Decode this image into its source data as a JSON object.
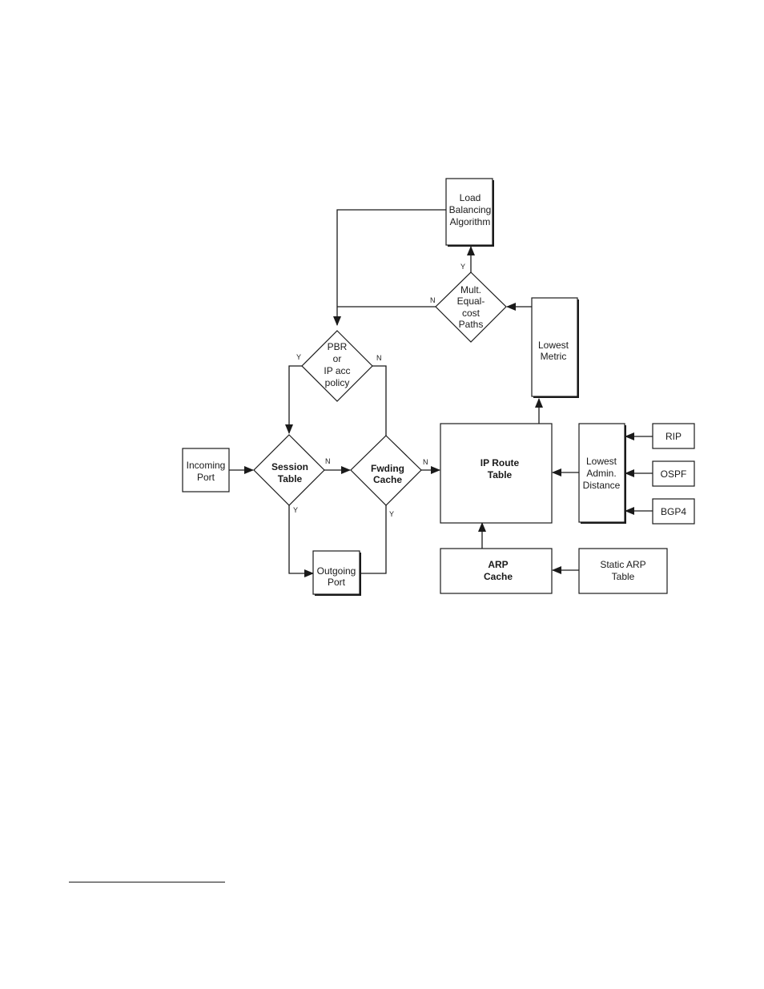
{
  "nodes": {
    "load_balancing": [
      "Load",
      "Balancing",
      "Algorithm"
    ],
    "mult_equal_cost": [
      "Mult.",
      "Equal-",
      "cost",
      "Paths"
    ],
    "lowest_metric": [
      "Lowest",
      "Metric"
    ],
    "pbr": [
      "PBR",
      "or",
      "IP acc",
      "policy"
    ],
    "incoming_port": [
      "Incoming",
      "Port"
    ],
    "session_table": [
      "Session",
      "Table"
    ],
    "fwding_cache": [
      "Fwding",
      "Cache"
    ],
    "ip_route_table": [
      "IP Route",
      "Table"
    ],
    "lowest_admin": [
      "Lowest",
      "Admin.",
      "Distance"
    ],
    "rip": "RIP",
    "ospf": "OSPF",
    "bgp4": "BGP4",
    "outgoing_port": [
      "Outgoing",
      "Port"
    ],
    "arp_cache": [
      "ARP",
      "Cache"
    ],
    "static_arp": [
      "Static ARP",
      "Table"
    ]
  },
  "edge_labels": {
    "yes": "Y",
    "no": "N"
  }
}
